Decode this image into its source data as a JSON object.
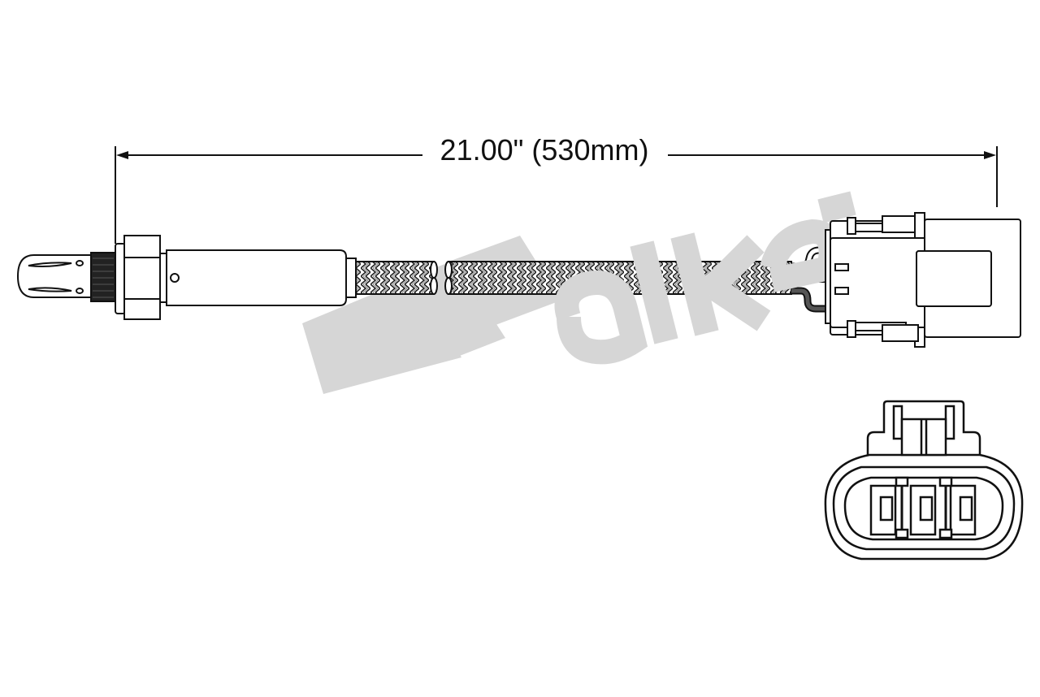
{
  "diagram": {
    "subject": "Oxygen sensor with braided cable and 3-pin connector",
    "dimension": {
      "label": "21.00\" (530mm)",
      "inches": 21.0,
      "millimeters": 530
    },
    "watermark": {
      "text": "alker",
      "brand": "Walker",
      "color": "#d6d6d6"
    },
    "parts": {
      "sensor_tip": "sensor-tip",
      "thread": "threaded-section",
      "hex_nut": "hex-nut",
      "sensor_body": "sensor-body",
      "cable": "braided-cable",
      "lead_wires": [
        "white-wire",
        "black-wire",
        "gray-wire"
      ],
      "connector_side": "connector-side-view",
      "connector_face": "connector-face-view"
    },
    "connector_face": {
      "pin_count": 3
    },
    "colors": {
      "outline": "#111111",
      "watermark": "#d6d6d6",
      "wire_black": "#111111",
      "wire_gray": "#555555",
      "background": "#ffffff"
    }
  }
}
